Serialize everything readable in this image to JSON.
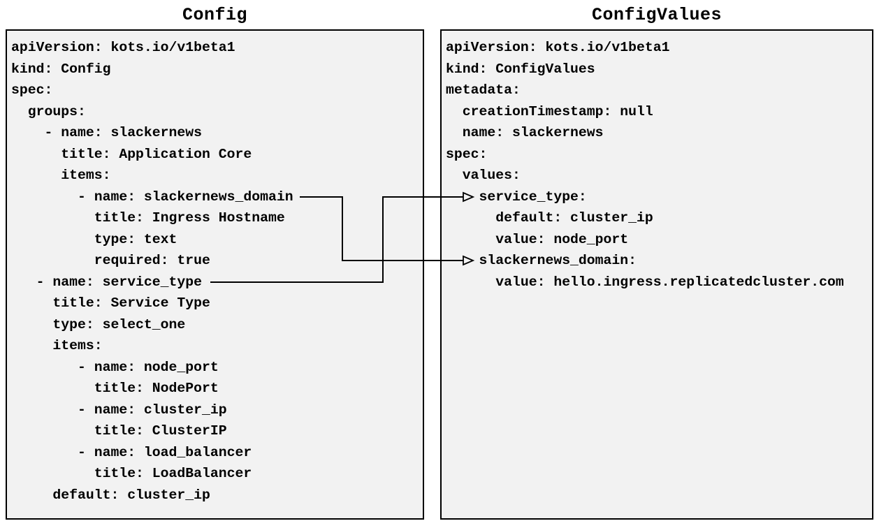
{
  "diagram": {
    "background_color": "#ffffff",
    "panel_fill_color": "#f2f2f2",
    "border_color": "#000000",
    "arrow_color": "#000000",
    "text_color": "#000000",
    "left_panel": {
      "title": "Config",
      "lines": [
        "apiVersion: kots.io/v1beta1",
        "kind: Config",
        "spec:",
        "  groups:",
        "    - name: slackernews",
        "      title: Application Core",
        "      items:",
        "        - name: slackernews_domain",
        "          title: Ingress Hostname",
        "          type: text",
        "          required: true",
        "   - name: service_type",
        "     title: Service Type",
        "     type: select_one",
        "     items:",
        "        - name: node_port",
        "          title: NodePort",
        "        - name: cluster_ip",
        "          title: ClusterIP",
        "        - name: load_balancer",
        "          title: LoadBalancer",
        "     default: cluster_ip"
      ]
    },
    "right_panel": {
      "title": "ConfigValues",
      "lines": [
        "apiVersion: kots.io/v1beta1",
        "kind: ConfigValues",
        "metadata:",
        "  creationTimestamp: null",
        "  name: slackernews",
        "spec:",
        "  values:",
        "    service_type:",
        "      default: cluster_ip",
        "      value: node_port",
        "    slackernews_domain:",
        "      value: hello.ingress.replicatedcluster.com"
      ]
    },
    "connections": [
      {
        "from_field": "slackernews_domain",
        "to_field": "slackernews_domain"
      },
      {
        "from_field": "service_type",
        "to_field": "service_type"
      }
    ]
  }
}
